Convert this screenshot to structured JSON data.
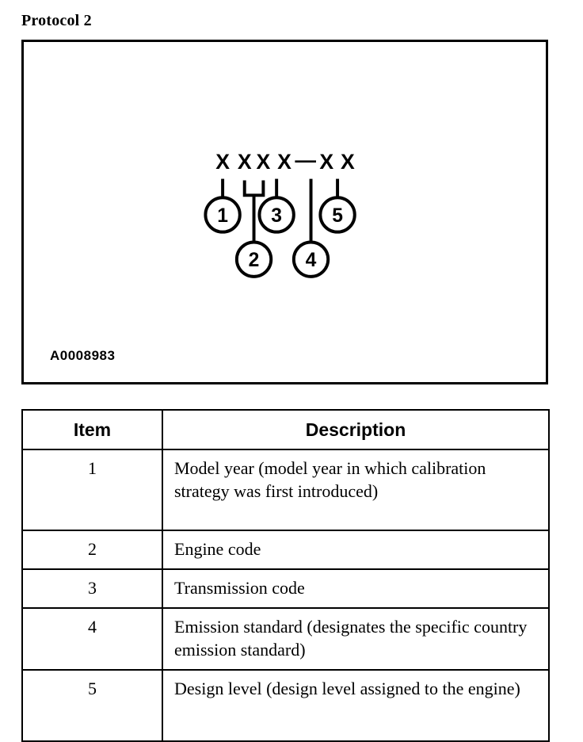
{
  "page": {
    "title": "Protocol 2"
  },
  "figure": {
    "reference_id": "A0008983",
    "code_pattern": "X XX X — X X",
    "code_characters": [
      {
        "glyph": "X",
        "item": 1
      },
      {
        "glyph": "X",
        "item": 2
      },
      {
        "glyph": "X",
        "item": 2
      },
      {
        "glyph": "X",
        "item": 3
      },
      {
        "glyph": "—",
        "item": null
      },
      {
        "glyph": "X",
        "item": 4
      },
      {
        "glyph": "X",
        "item": 5
      }
    ],
    "callouts": [
      {
        "number": "1"
      },
      {
        "number": "2"
      },
      {
        "number": "3"
      },
      {
        "number": "4"
      },
      {
        "number": "5"
      }
    ]
  },
  "table": {
    "headers": {
      "item": "Item",
      "description": "Description"
    },
    "rows": [
      {
        "item": "1",
        "description": "Model year (model year in which calibration strategy was first introduced)"
      },
      {
        "item": "2",
        "description": "Engine code"
      },
      {
        "item": "3",
        "description": "Transmission code"
      },
      {
        "item": "4",
        "description": "Emission standard (designates the specific country emission standard)"
      },
      {
        "item": "5",
        "description": "Design level (design level assigned to the engine)"
      }
    ]
  },
  "colors": {
    "ink": "#000000",
    "paper": "#ffffff"
  }
}
